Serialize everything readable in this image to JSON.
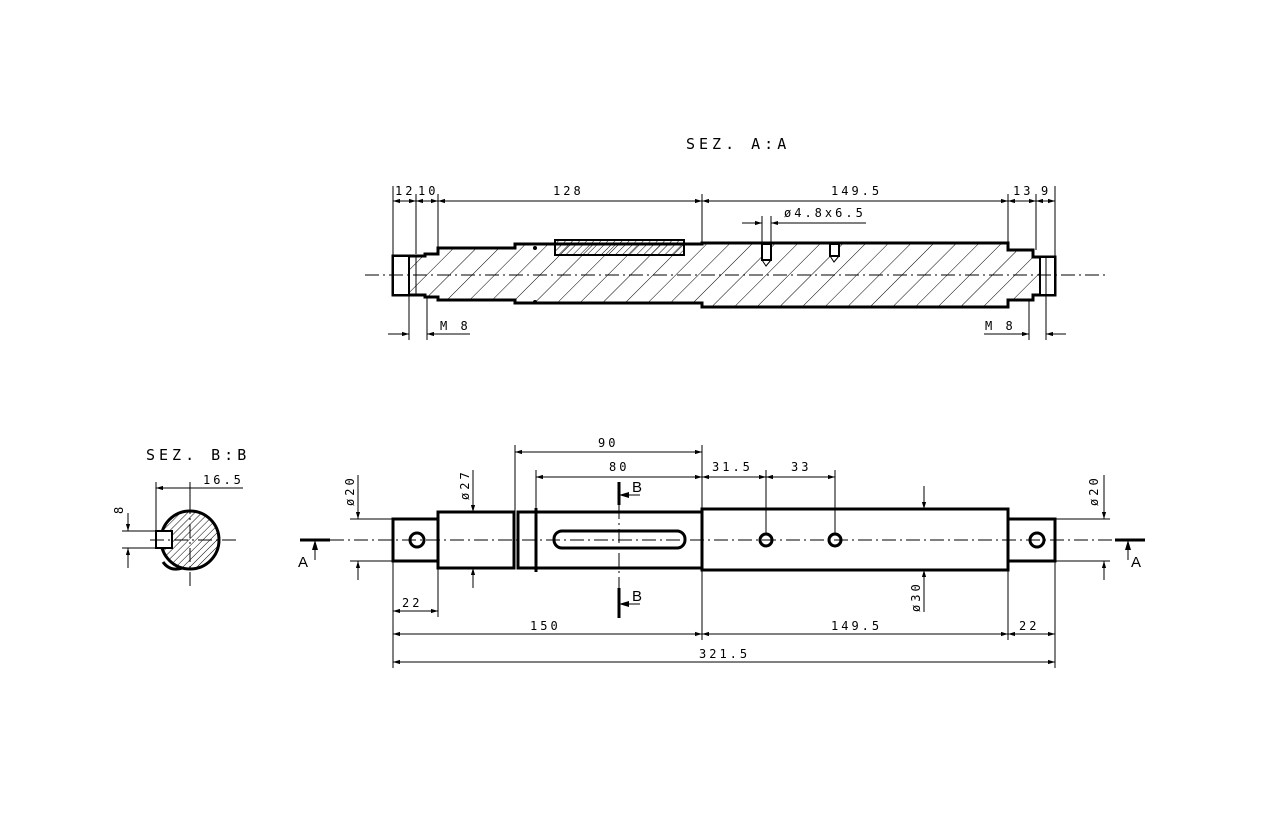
{
  "section_aa": {
    "title": "SEZ. A:A",
    "dims": {
      "d12": "12",
      "d10": "10",
      "d128": "128",
      "d149_5": "149.5",
      "d13": "13",
      "d9": "9",
      "hole": "ø4.8x6.5",
      "thread_left": "M 8",
      "thread_right": "M 8"
    }
  },
  "section_bb": {
    "title": "SEZ. B:B",
    "dims": {
      "width": "16.5",
      "key": "8"
    }
  },
  "elevation": {
    "dims": {
      "d90": "90",
      "d80": "80",
      "d31_5": "31.5",
      "d33": "33",
      "dia20_left": "ø20",
      "dia27": "ø27",
      "dia20_right": "ø20",
      "dia30": "ø30",
      "d22_left": "22",
      "d150": "150",
      "d149_5": "149.5",
      "d22_right": "22",
      "d321_5": "321.5"
    },
    "cut_labels": {
      "a_left": "A",
      "a_right": "A",
      "b_top": "B",
      "b_bottom": "B"
    }
  }
}
